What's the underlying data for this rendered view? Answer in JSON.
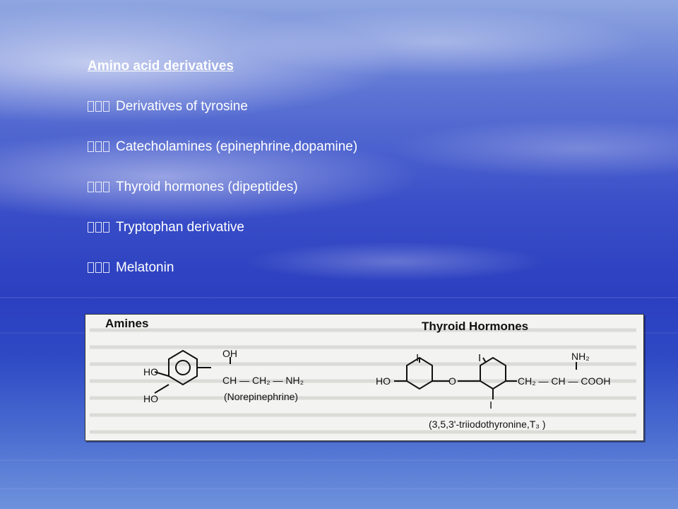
{
  "slide": {
    "heading": "Amino acid derivatives",
    "bullet_marker": "\u0000\u0000\u0000",
    "items": [
      {
        "text": "Derivatives of tyrosine"
      },
      {
        "text": "Catecholamines (epinephrine,dopamine)"
      },
      {
        "text": "Thyroid hormones (dipeptides)"
      },
      {
        "text": "Tryptophan derivative"
      },
      {
        "text": "Melatonin"
      }
    ]
  },
  "figure": {
    "amines_title": "Amines",
    "thyroid_title": "Thyroid Hormones",
    "norepinephrine": {
      "oh_top": "OH",
      "ho_1": "HO",
      "ho_2": "HO",
      "chain": "CH — CH₂ — NH₂",
      "name": "(Norepinephrine)"
    },
    "t3": {
      "iodine_1": "I",
      "iodine_2": "I",
      "iodine_3": "I",
      "ho": "HO",
      "o": "O",
      "nh2": "NH₂",
      "chain": "CH₂ — CH — COOH",
      "name": "(3,5,3'-triiodothyronine,T₃ )"
    }
  },
  "colors": {
    "text": "#ffffff",
    "figure_bg": "#f3f3f1",
    "ink": "#111111"
  }
}
